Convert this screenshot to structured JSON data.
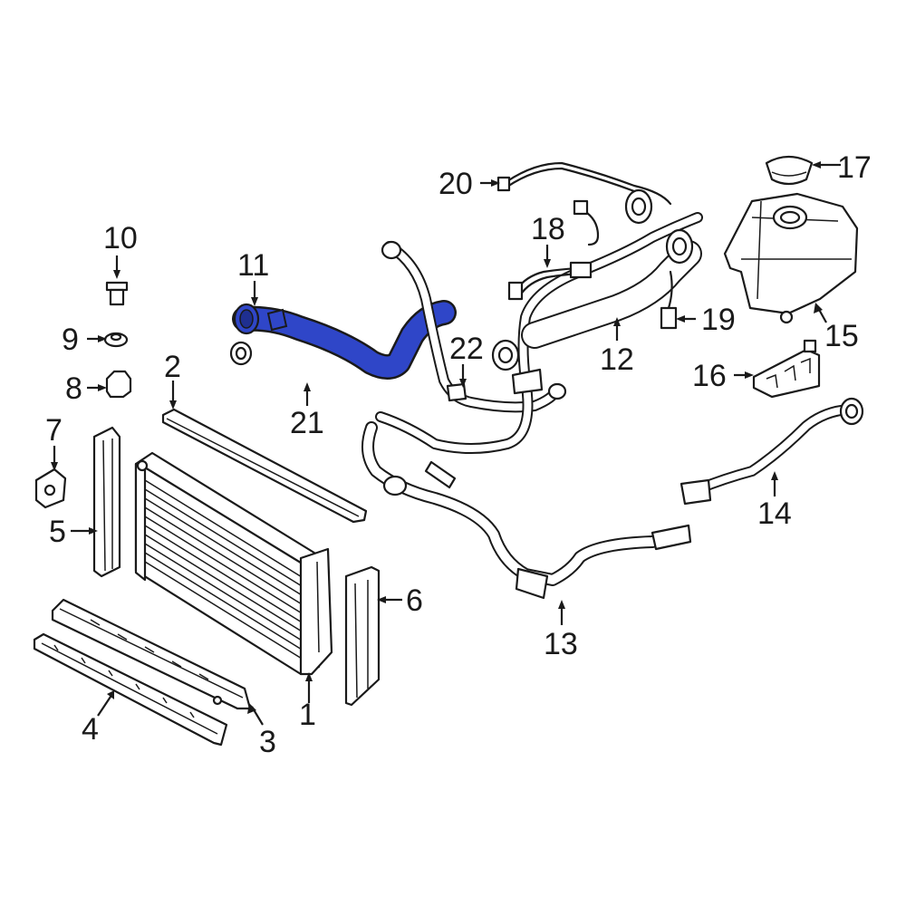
{
  "diagram": {
    "highlight_color": "#2f46c8",
    "highlighted_part": "11",
    "labels": [
      {
        "id": "1",
        "text": "1"
      },
      {
        "id": "2",
        "text": "2"
      },
      {
        "id": "3",
        "text": "3"
      },
      {
        "id": "4",
        "text": "4"
      },
      {
        "id": "5",
        "text": "5"
      },
      {
        "id": "6",
        "text": "6"
      },
      {
        "id": "7",
        "text": "7"
      },
      {
        "id": "8",
        "text": "8"
      },
      {
        "id": "9",
        "text": "9"
      },
      {
        "id": "10",
        "text": "10"
      },
      {
        "id": "11",
        "text": "11"
      },
      {
        "id": "12",
        "text": "12"
      },
      {
        "id": "13",
        "text": "13"
      },
      {
        "id": "14",
        "text": "14"
      },
      {
        "id": "15",
        "text": "15"
      },
      {
        "id": "16",
        "text": "16"
      },
      {
        "id": "17",
        "text": "17"
      },
      {
        "id": "18",
        "text": "18"
      },
      {
        "id": "19",
        "text": "19"
      },
      {
        "id": "20",
        "text": "20"
      },
      {
        "id": "21",
        "text": "21"
      },
      {
        "id": "22",
        "text": "22"
      }
    ]
  }
}
